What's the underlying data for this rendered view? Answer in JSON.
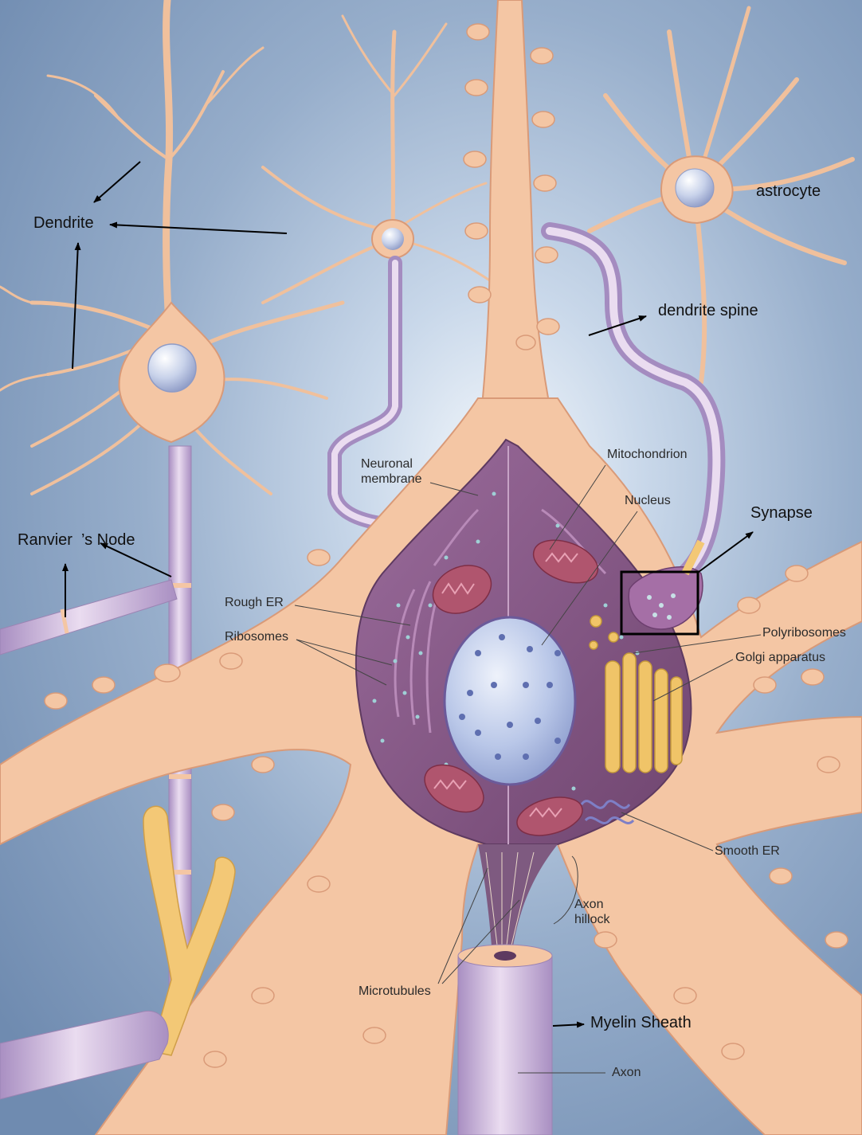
{
  "labels": {
    "dendrite": "Dendrite",
    "astrocyte": "astrocyte",
    "dendrite_spine": "dendrite spine",
    "ranvier_node": "Ranvier  ’s Node",
    "synapse": "Synapse",
    "myelin_sheath": "Myelin Sheath",
    "neuronal_membrane_1": "Neuronal",
    "neuronal_membrane_2": "membrane",
    "mitochondrion": "Mitochondrion",
    "nucleus": "Nucleus",
    "rough_er": "Rough ER",
    "ribosomes": "Ribosomes",
    "polyribosomes": "Polyribosomes",
    "golgi_apparatus": "Golgi apparatus",
    "smooth_er": "Smooth ER",
    "axon_hillock_1": "Axon",
    "axon_hillock_2": "hillock",
    "microtubules": "Microtubules",
    "axon": "Axon"
  },
  "icons": {
    "cell_body": "neuron-soma-cutaway-illustration",
    "pyramidal": "pyramidal-neuron-illustration",
    "astro": "astrocyte-illustration",
    "highlight": "synapse-highlight-box"
  },
  "colors": {
    "background": "#7f9bbd",
    "background_glow": "#f4f8fc",
    "neuron": "#f4c6a4",
    "neuron_edge": "#d99a78",
    "cytoplasm": "#8a5a8c",
    "nucleus": "#c6d2ee",
    "golgi": "#f0c468",
    "myelin": "#cdb4dc",
    "arrow": "#000000"
  }
}
